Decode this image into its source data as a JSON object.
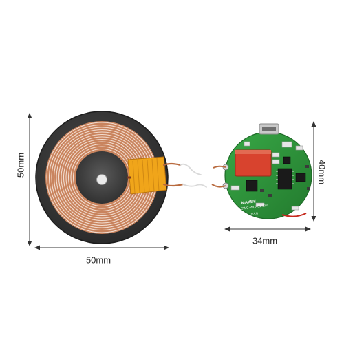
{
  "dimensions": {
    "coil_height": "50mm",
    "coil_width": "50mm",
    "pcb_width": "34mm",
    "pcb_height": "40mm"
  },
  "pcb_silkscreen": {
    "brand": "MAXBE",
    "model": "CWC-WLX01-120",
    "version": "V3.0"
  },
  "colors": {
    "coil_ring": "#3a3a3a",
    "copper_winding": "#c77a52",
    "coil_core": "#4a4a4a",
    "tape": "#f0a51a",
    "pcb": "#2f9a3c",
    "capacitor": "#d8432e",
    "dimension_line": "#333333"
  }
}
